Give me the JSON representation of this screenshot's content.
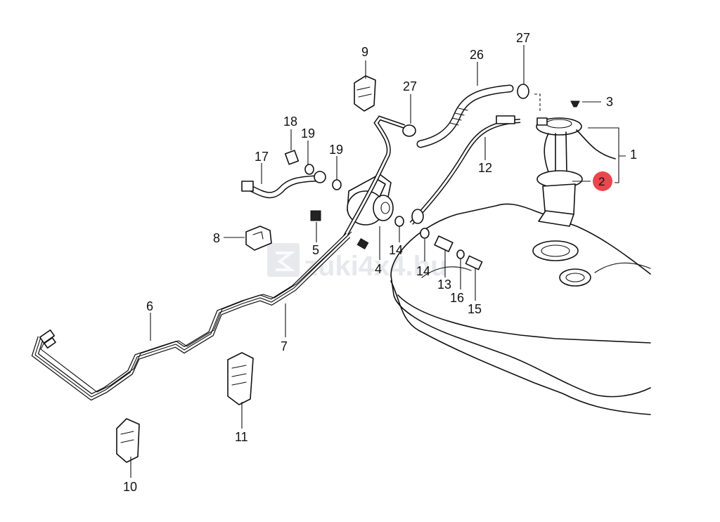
{
  "diagram": {
    "watermark": "zuki4x4.hu",
    "highlight_color": "#e8474d",
    "highlighted_part": "2",
    "callouts": [
      {
        "id": "1",
        "label": "1"
      },
      {
        "id": "2",
        "label": "2"
      },
      {
        "id": "3",
        "label": "3"
      },
      {
        "id": "4",
        "label": "4"
      },
      {
        "id": "5",
        "label": "5"
      },
      {
        "id": "6",
        "label": "6"
      },
      {
        "id": "7",
        "label": "7"
      },
      {
        "id": "8",
        "label": "8"
      },
      {
        "id": "9",
        "label": "9"
      },
      {
        "id": "10",
        "label": "10"
      },
      {
        "id": "11",
        "label": "11"
      },
      {
        "id": "12",
        "label": "12"
      },
      {
        "id": "13",
        "label": "13"
      },
      {
        "id": "14a",
        "label": "14"
      },
      {
        "id": "14b",
        "label": "14"
      },
      {
        "id": "15",
        "label": "15"
      },
      {
        "id": "16",
        "label": "16"
      },
      {
        "id": "17",
        "label": "17"
      },
      {
        "id": "18",
        "label": "18"
      },
      {
        "id": "19a",
        "label": "19"
      },
      {
        "id": "19b",
        "label": "19"
      },
      {
        "id": "26",
        "label": "26"
      },
      {
        "id": "27a",
        "label": "27"
      },
      {
        "id": "27b",
        "label": "27"
      }
    ]
  }
}
